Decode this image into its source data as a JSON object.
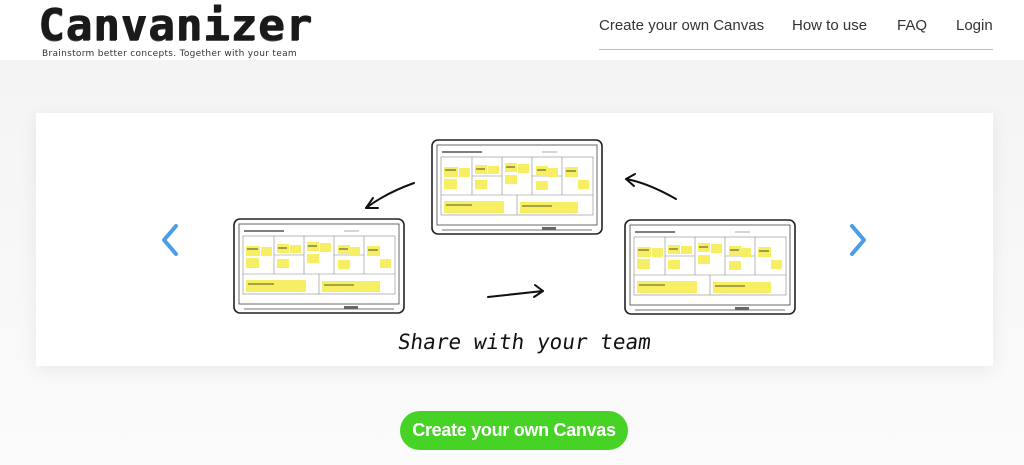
{
  "brand": {
    "logo_text": "Canvanizer",
    "tagline": "Brainstorm better concepts. Together with your team"
  },
  "nav": {
    "items": [
      {
        "label": "Create your own Canvas"
      },
      {
        "label": "How to use"
      },
      {
        "label": "FAQ"
      },
      {
        "label": "Login"
      }
    ]
  },
  "slider": {
    "caption": "Share with your team",
    "prev_icon": "chevron-left-icon",
    "next_icon": "chevron-right-icon",
    "arrow_color": "#4a9de8",
    "screens": [
      {
        "title": "The Business Model Canvas"
      },
      {
        "title": "The Business Model Canvas"
      },
      {
        "title": "The Business Model Canvas"
      }
    ]
  },
  "cta": {
    "label": "Create your own Canvas",
    "color": "#47d226"
  }
}
